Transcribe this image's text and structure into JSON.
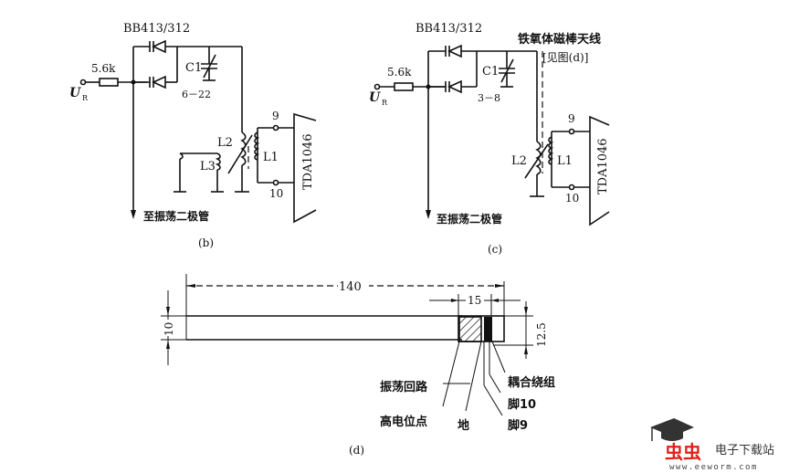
{
  "figure_b": {
    "diode_label": "BB413/312",
    "resistor_label": "5.6k",
    "input_label": "U",
    "input_subscript": "R",
    "cap_label": "C1",
    "cap_range": "6－22",
    "coil_l2": "L2",
    "coil_l3": "L3",
    "coil_l1": "L1",
    "pin_9": "9",
    "pin_10": "10",
    "ic_label": "TDA1046",
    "to_diode": "至振荡二极管",
    "caption": "(b)"
  },
  "figure_c": {
    "diode_label": "BB413/312",
    "resistor_label": "5.6k",
    "input_label": "U",
    "input_subscript": "R",
    "cap_label": "C1",
    "cap_range": "3－8",
    "antenna_label": "铁氧体磁棒天线",
    "antenna_ref": "[见图(d)]",
    "coil_l2": "L2",
    "coil_l1": "L1",
    "pin_9": "9",
    "pin_10": "10",
    "ic_label": "TDA1046",
    "to_diode": "至振荡二极管",
    "caption": "(c)"
  },
  "figure_d": {
    "dim_length": "140",
    "dim_winding": "15",
    "dim_diameter": "10",
    "dim_height": "12.5",
    "label_osc_loop": "振荡回路",
    "label_high_potential": "高电位点",
    "label_ground": "地",
    "label_coupling": "耦合绕组",
    "label_pin10": "脚10",
    "label_pin9": "脚9",
    "caption": "(d)"
  },
  "watermark": {
    "logo_text": "虫虫",
    "site_name": "电子下载站",
    "url": "www.eeworm.com",
    "brand_color": "#e0201a",
    "text_color": "#333333"
  }
}
